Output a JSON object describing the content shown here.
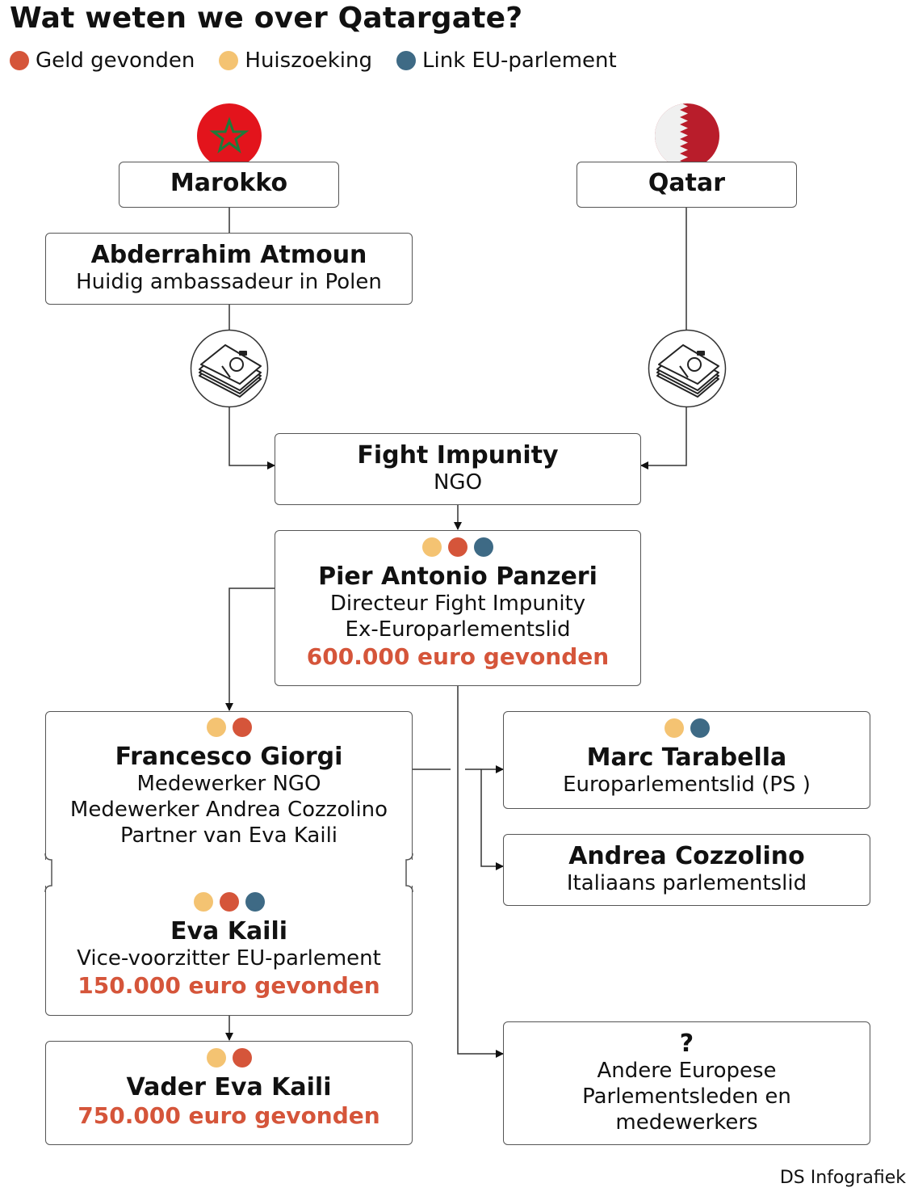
{
  "title": "Wat weten we over Qatargate?",
  "legend": [
    {
      "label": "Geld gevonden",
      "color": "#d5553a"
    },
    {
      "label": "Huiszoeking",
      "color": "#f4c372"
    },
    {
      "label": "Link EU-parlement",
      "color": "#3e6a85"
    }
  ],
  "countries": {
    "marokko": {
      "label": "Marokko",
      "flag": "morocco-flag-icon"
    },
    "qatar": {
      "label": "Qatar",
      "flag": "qatar-flag-icon"
    }
  },
  "nodes": {
    "atmoun": {
      "name": "Abderrahim Atmoun",
      "lines": [
        "Huidig ambassadeur in Polen"
      ]
    },
    "fight": {
      "name": "Fight Impunity",
      "lines": [
        "NGO"
      ]
    },
    "panzeri": {
      "name": "Pier Antonio Panzeri",
      "lines": [
        "Directeur Fight Impunity",
        "Ex-Europarlementslid"
      ],
      "money": "600.000 euro gevonden"
    },
    "giorgi": {
      "name": "Francesco Giorgi",
      "lines": [
        "Medewerker NGO",
        "Medewerker Andrea Cozzolino",
        "Partner van Eva Kaili"
      ]
    },
    "kaili": {
      "name": "Eva Kaili",
      "lines": [
        "Vice-voorzitter EU-parlement"
      ],
      "money": "150.000 euro gevonden"
    },
    "vader": {
      "name": "Vader Eva Kaili",
      "money": "750.000 euro gevonden"
    },
    "tarabella": {
      "name": "Marc Tarabella",
      "lines": [
        "Europarlementslid (PS )"
      ]
    },
    "cozzolino": {
      "name": "Andrea Cozzolino",
      "lines": [
        "Italiaans parlementslid"
      ]
    },
    "andere": {
      "name": "?",
      "lines": [
        "Andere Europese",
        "Parlementsleden en",
        "medewerkers"
      ]
    }
  },
  "footer": "DS Infografiek"
}
